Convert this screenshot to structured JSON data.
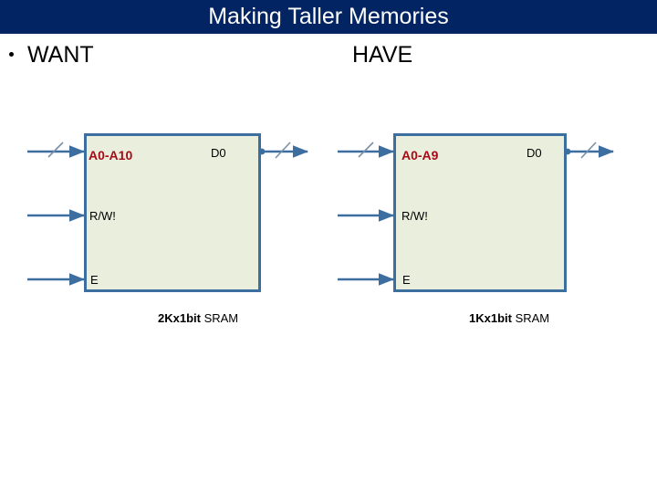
{
  "slide": {
    "title": "Making Taller Memories",
    "bullet_marker": "•",
    "want_label": "WANT",
    "have_label": "HAVE"
  },
  "colors": {
    "title_bar": "#022462",
    "title_text": "#ffffff",
    "chip_fill": "#eaeedc",
    "chip_border": "#3d6ea0",
    "wire": "#3d6ea0",
    "address_label": "#a60b17",
    "body_text": "#000000",
    "background": "#ffffff"
  },
  "diagram": {
    "chips": [
      {
        "id": "want-chip",
        "caption_bold": "2Kx1bit",
        "caption_plain": " SRAM",
        "caption_full": "2Kx1bit SRAM",
        "pins": {
          "address": "A0-A10",
          "data": "D0",
          "read_write": "R/W!",
          "enable": "E"
        },
        "wires": {
          "address_is_bus": true,
          "data_is_bus": true,
          "read_write_is_bus": false,
          "enable_is_bus": false
        }
      },
      {
        "id": "have-chip",
        "caption_bold": "1Kx1bit",
        "caption_plain": " SRAM",
        "caption_full": "1Kx1bit SRAM",
        "pins": {
          "address": "A0-A9",
          "data": "D0",
          "read_write": "R/W!",
          "enable": "E"
        },
        "wires": {
          "address_is_bus": true,
          "data_is_bus": true,
          "read_write_is_bus": false,
          "enable_is_bus": false
        }
      }
    ]
  }
}
